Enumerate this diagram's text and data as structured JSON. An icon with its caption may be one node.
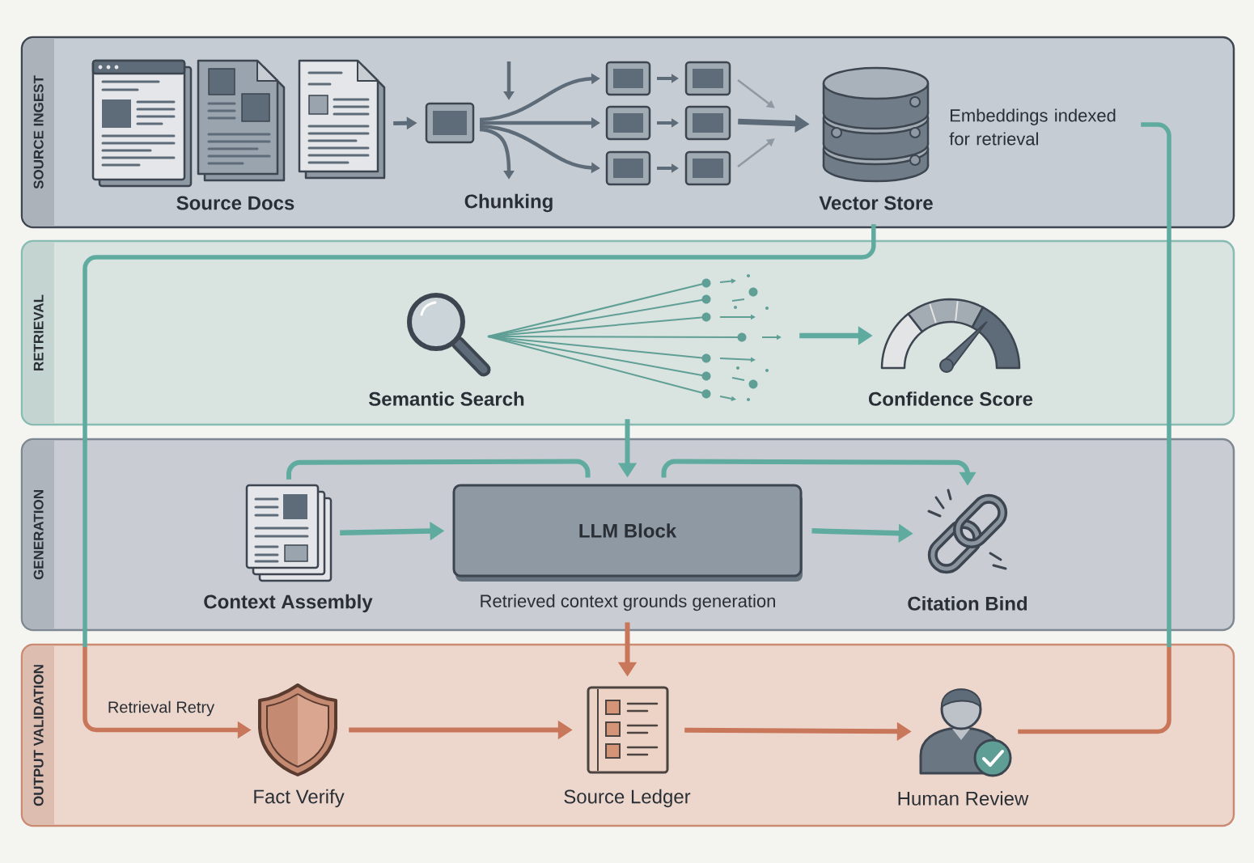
{
  "diagram": {
    "nodes": [
      {
        "text": [
          "SOURCE INGEST"
        ]
      },
      {
        "text": [
          "Source Docs"
        ],
        "in": 0
      },
      {
        "text": [
          "Chunking"
        ],
        "in": 0
      },
      {
        "text": [
          "Vector Store"
        ],
        "in": 0,
        "beside": [
          "Embeddings indexed for retrieval"
        ]
      },
      {
        "text": [
          "RETRIEVAL"
        ]
      },
      {
        "text": [
          "Semantic Search"
        ],
        "in": 4
      },
      {
        "text": [
          "Confidence Score"
        ],
        "in": 4
      },
      {
        "text": [
          "GENERATION"
        ]
      },
      {
        "text": [
          "Context Assembly"
        ],
        "in": 7
      },
      {
        "text": [
          "LLM Block"
        ],
        "in": 7,
        "beside": [
          "Retrieved context grounds generation"
        ]
      },
      {
        "text": [
          "Citation Bind"
        ],
        "in": 7
      },
      {
        "text": [
          "OUTPUT VALIDATION"
        ]
      },
      {
        "text": [
          "Fact Verify"
        ],
        "in": 11
      },
      {
        "text": [
          "Source Ledger"
        ],
        "in": 11
      },
      {
        "text": [
          "Human Review"
        ],
        "in": 11
      }
    ],
    "edges": [
      {
        "from": 1,
        "to": 2,
        "arrow": "to",
        "color": "#5d6b78"
      },
      {
        "from": 2,
        "to": 3,
        "arrow": "to",
        "color": "#5d6b78"
      },
      {
        "from": 3,
        "to": 12,
        "arrow": "to",
        "label": "Retrieval Retry"
      },
      {
        "from": 5,
        "to": 6,
        "arrow": "to"
      },
      {
        "from": 4,
        "to": 9,
        "arrow": "to"
      },
      {
        "from": 8,
        "to": 9,
        "arrow": "to"
      },
      {
        "from": 8,
        "to": 9,
        "arrow": "none"
      },
      {
        "from": 9,
        "to": 10,
        "arrow": "to"
      },
      {
        "from": 9,
        "to": 10,
        "arrow": "to"
      },
      {
        "from": 9,
        "to": 13,
        "arrow": "to",
        "color": "#c9775a"
      },
      {
        "from": 12,
        "to": 13,
        "arrow": "to",
        "color": "#c9775a"
      },
      {
        "from": 13,
        "to": 14,
        "arrow": "to",
        "color": "#c9775a"
      },
      {
        "from": 14,
        "to": 3,
        "arrow": "none"
      }
    ]
  }
}
